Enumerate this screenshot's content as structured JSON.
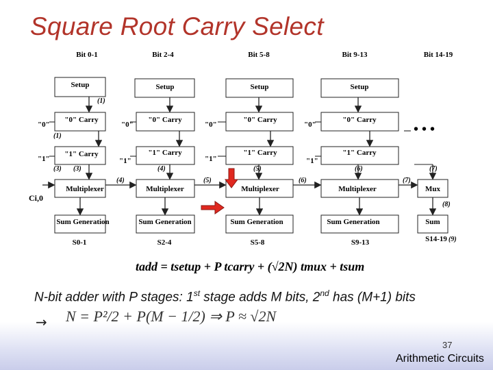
{
  "title": "Square Root Carry Select",
  "columns": [
    {
      "label": "Bit 0-1",
      "setup": "Setup",
      "carry0": "\"0\" Carry",
      "carry1": "\"1\" Carry",
      "mux": "Multiplexer",
      "sum": "Sum Generation",
      "out": "S0-1"
    },
    {
      "label": "Bit 2-4",
      "setup": "Setup",
      "carry0": "\"0\" Carry",
      "carry1": "\"1\" Carry",
      "mux": "Multiplexer",
      "sum": "Sum Generation",
      "out": "S2-4"
    },
    {
      "label": "Bit 5-8",
      "setup": "Setup",
      "carry0": "\"0\" Carry",
      "carry1": "\"1\" Carry",
      "mux": "Multiplexer",
      "sum": "Sum Generation",
      "out": "S5-8"
    },
    {
      "label": "Bit 9-13",
      "setup": "Setup",
      "carry0": "\"0\" Carry",
      "carry1": "\"1\" Carry",
      "mux": "Multiplexer",
      "sum": "Sum Generation",
      "out": "S9-13"
    },
    {
      "label": "Bit 14-19",
      "mux": "Mux",
      "sum": "Sum",
      "out": "S14-19"
    }
  ],
  "carry_in_labels": {
    "zero": "\"0\"",
    "one": "\"1\""
  },
  "cin": "Ci,0",
  "ellipsis": "• • •",
  "delays": [
    "(1)",
    "(1)",
    "(3)",
    "(3)",
    "(4)",
    "(4)",
    "(5)",
    "(5)",
    "(6)",
    "(6)",
    "(7)",
    "(7)",
    "(8)",
    "(9)"
  ],
  "timing_equation": "tadd = tsetup + P  tcarry + (√2N) tmux + tsum",
  "caption": {
    "pre": "N-bit adder with P stages: 1",
    "sup1": "st",
    "mid": " stage adds M bits, 2",
    "sup2": "nd",
    "post": " has (M+1) bits"
  },
  "arrow": "→",
  "formula": "N = P²/2 + P(M − 1/2)   ⇒   P ≈ √2N",
  "page_number": "37",
  "footer": "Arithmetic Circuits",
  "colors": {
    "title": "#b2342a",
    "highlight_arrow": "#e0281f",
    "box_fill": "#ffffff",
    "box_stroke": "#222222"
  }
}
